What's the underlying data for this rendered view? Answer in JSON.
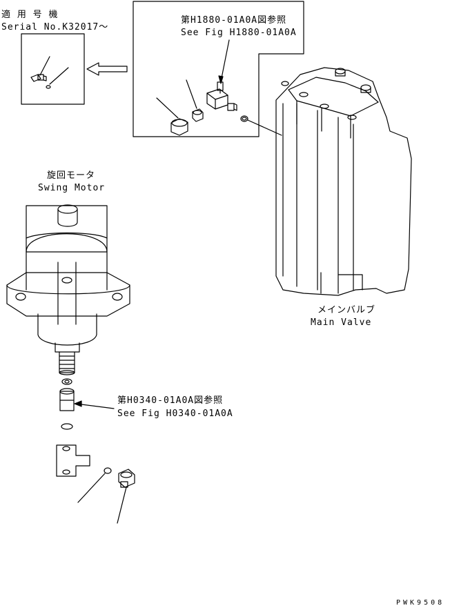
{
  "serial_note": {
    "line1": "適 用 号 機",
    "line2": "Serial No.K32017～"
  },
  "ref_main_valve": {
    "jp": "第H1880-01A0A図参照",
    "en": "See Fig H1880-01A0A"
  },
  "swing_motor": {
    "jp": "旋回モータ",
    "en": "Swing Motor"
  },
  "main_valve": {
    "jp": "メインバルブ",
    "en": "Main Valve"
  },
  "ref_swing": {
    "jp": "第H0340-01A0A図参照",
    "en": "See Fig H0340-01A0A"
  },
  "drawing_code": "PWK9508"
}
